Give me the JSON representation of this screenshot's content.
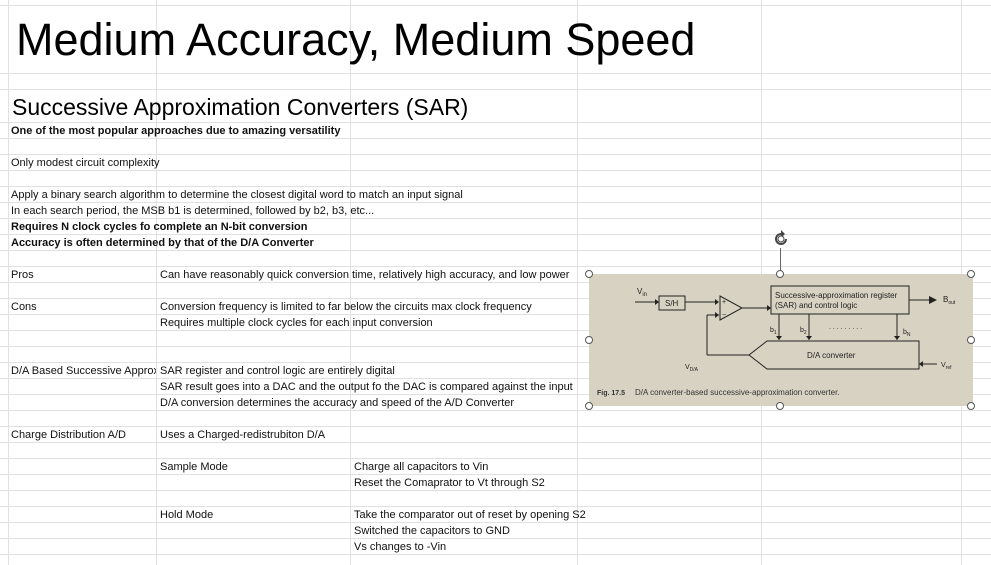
{
  "sheet": {
    "title": "Medium Accuracy, Medium Speed",
    "subtitle": "Successive Approximation Converters (SAR)",
    "rows": {
      "r1": "One of the most popular approaches due to amazing versatility",
      "r2": "Only modest circuit complexity",
      "r3": "Apply a binary search algorithm to determine the closest digital word to match an input signal",
      "r4": "In each search period, the MSB b1 is determined, followed by b2, b3, etc...",
      "r5": "Requires N clock cycles fo complete an N-bit conversion",
      "r6": "Accuracy is often determined by that of the D/A Converter"
    },
    "pros_label": "Pros",
    "pros_text": "Can have reasonably quick conversion time, relatively high accuracy, and low power",
    "cons_label": "Cons",
    "cons_text1": "Conversion frequency is limited to far below the circuits max clock frequency",
    "cons_text2": "Requires multiple clock cycles for each input conversion",
    "da_label": "D/A Based Successive Approximation",
    "da_text1": "SAR register and control logic are entirely digital",
    "da_text2": "SAR result goes into a DAC and the output fo the DAC is compared against the input",
    "da_text3": "D/A conversion determines the accuracy and speed of the A/D Converter",
    "cd_label": "Charge Distribution A/D",
    "cd_text": "Uses a Charged-redistrubiton D/A",
    "sample_label": "Sample Mode",
    "sample_text1": "Charge all capacitors to Vin",
    "sample_text2": "Reset the Comaprator to Vt through S2",
    "hold_label": "Hold Mode",
    "hold_text1": "Take the comparator out of reset by opening S2",
    "hold_text2": "Switched the capacitors to GND",
    "hold_text3": "Vs changes to -Vin"
  },
  "figure": {
    "caption_num": "Fig. 17.5",
    "caption_text": "D/A converter-based successive-approximation converter.",
    "vin": "V",
    "vin_sub": "in",
    "sh": "S/H",
    "plus": "+",
    "minus": "−",
    "sar_line1": "Successive-approximation register",
    "sar_line2": "(SAR) and control logic",
    "b1": "b",
    "b1_sub": "1",
    "b2": "b",
    "b2_sub": "2",
    "dots": ". . . . . . . . .",
    "bn": "b",
    "bn_sub": "N",
    "bout": "B",
    "bout_sub": "out",
    "da": "D/A converter",
    "vda": "V",
    "vda_sub": "D/A",
    "vref": "V",
    "vref_sub": "ref"
  },
  "colors": {
    "figure_bg": "#d8d2c2",
    "gridline": "#e1e1e1"
  },
  "icons": {
    "rotate": "rotate-handle-icon"
  }
}
